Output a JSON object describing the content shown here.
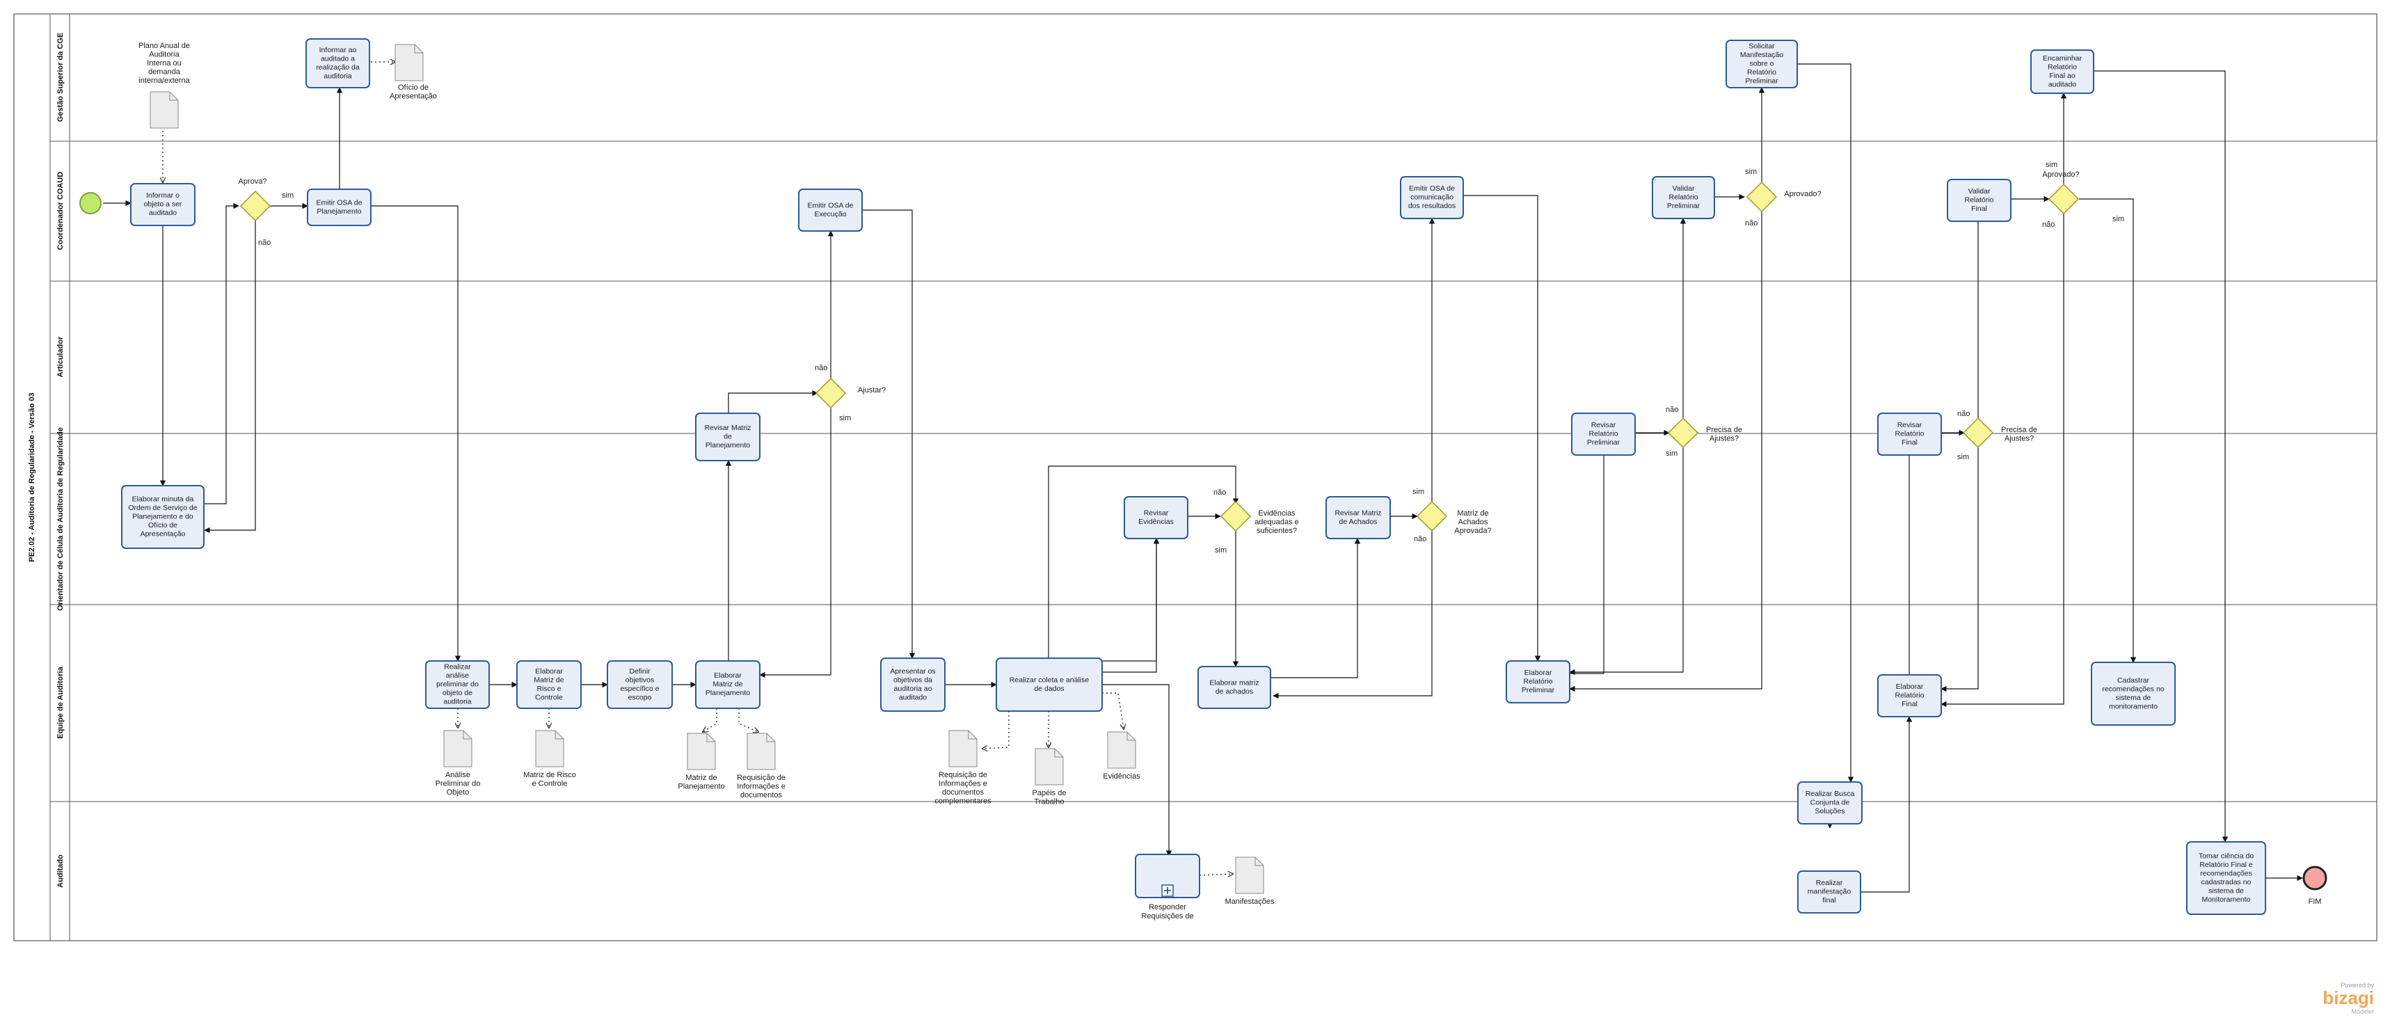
{
  "pool": {
    "title": "PE2.02 - Auditoria de Regularidade - Versão 03"
  },
  "lanes": [
    {
      "key": "gestao",
      "label": "Gestão Superior da CGE"
    },
    {
      "key": "coord",
      "label": "Coordenador COAUD"
    },
    {
      "key": "artic",
      "label": "Articulador"
    },
    {
      "key": "orient",
      "label": "Orientador de Célula de Auditoria de Regularidade"
    },
    {
      "key": "equipe",
      "label": "Equipe de Auditoria"
    },
    {
      "key": "auditado",
      "label": "Auditado"
    }
  ],
  "tasks": [
    {
      "id": "t_informar_obj",
      "text": "Informar o objeto a ser auditado"
    },
    {
      "id": "t_elab_minuta",
      "text": "Elaborar minuta da Ordem de Serviço de Planejamento e do Ofício de Apresentação"
    },
    {
      "id": "t_emitir_osa_plan",
      "text": "Emitir OSA de Planejamento"
    },
    {
      "id": "t_informar_aud",
      "text": "Informar ao auditado a realização da auditoria"
    },
    {
      "id": "t_analise_prel",
      "text": "Realizar análise preliminar do objeto de auditoria"
    },
    {
      "id": "t_matriz_risco",
      "text": "Elaborar Matriz de Risco e Controle"
    },
    {
      "id": "t_definir_obj",
      "text": "Definir objetivos específico e escopo"
    },
    {
      "id": "t_elab_matriz_plan",
      "text": "Elaborar Matriz de Planejamento"
    },
    {
      "id": "t_revisar_matriz_plan",
      "text": "Revisar Matriz de Planejamento"
    },
    {
      "id": "t_emitir_osa_exec",
      "text": "Emitir OSA de Execução"
    },
    {
      "id": "t_apresentar_obj",
      "text": "Apresentar os objetivos da auditoria ao auditado"
    },
    {
      "id": "t_coleta",
      "text": "Realizar coleta e análise de dados"
    },
    {
      "id": "t_revisar_evid",
      "text": "Revisar Evidências"
    },
    {
      "id": "t_elab_achados",
      "text": "Elaborar matriz de achados"
    },
    {
      "id": "t_revisar_achados",
      "text": "Revisar Matriz de Achados"
    },
    {
      "id": "t_emitir_osa_com",
      "text": "Emitir OSA de comunicação dos resultados"
    },
    {
      "id": "t_elab_rel_prel",
      "text": "Elaborar Relatório Preliminar"
    },
    {
      "id": "t_revisar_rel_prel",
      "text": "Revisar Relatório Preliminar"
    },
    {
      "id": "t_validar_rel_prel",
      "text": "Validar Relatório Preliminar"
    },
    {
      "id": "t_solicitar_manif",
      "text": "Solicitar Manifestação sobre o Relatório Preliminar"
    },
    {
      "id": "t_busca_conj",
      "text": "Realizar Busca Conjunta de Soluções"
    },
    {
      "id": "t_manif_final",
      "text": "Realizar manifestação final"
    },
    {
      "id": "t_elab_rel_final",
      "text": "Elaborar Relatório Final"
    },
    {
      "id": "t_revisar_rel_final",
      "text": "Revisar Relatório Final"
    },
    {
      "id": "t_validar_rel_final",
      "text": "Validar Relatório Final"
    },
    {
      "id": "t_encaminhar_final",
      "text": "Encaminhar Relatório Final ao auditado"
    },
    {
      "id": "t_cadastrar",
      "text": "Cadastrar recomendações no sistema de monitoramento"
    },
    {
      "id": "t_tomar_ciencia",
      "text": "Tomar ciência do Relatório Final e recomendações cadastradas no sistema de Monitoramento"
    },
    {
      "id": "t_responder",
      "text": "Responder Requisições de"
    }
  ],
  "documents": [
    {
      "id": "d_plano",
      "text": "Plano Anual de Auditoria Interna ou demanda interna/externa"
    },
    {
      "id": "d_oficio",
      "text": "Ofício de Apresentação"
    },
    {
      "id": "d_analise",
      "text": "Análise Preliminar do Objeto"
    },
    {
      "id": "d_matriz_risco",
      "text": "Matriz de Risco e Controle"
    },
    {
      "id": "d_matriz_plan",
      "text": "Matriz de Planejamento"
    },
    {
      "id": "d_req1",
      "text": "Requisição de Informações e documentos"
    },
    {
      "id": "d_req2",
      "text": "Requisição de Informações e documentos complementares"
    },
    {
      "id": "d_papel",
      "text": "Papéis de Trabalho"
    },
    {
      "id": "d_evid",
      "text": "Evidências"
    },
    {
      "id": "d_manif",
      "text": "Manifestações"
    }
  ],
  "gateways": [
    {
      "id": "g_aprova",
      "text": "Aprova?"
    },
    {
      "id": "g_ajustar",
      "text": "Ajustar?"
    },
    {
      "id": "g_evid",
      "text": "Evidências adequadas e suficientes?"
    },
    {
      "id": "g_achados",
      "text": "Matriz de Achados Aprovada?"
    },
    {
      "id": "g_ajustes_prel",
      "text": "Precisa de Ajustes?"
    },
    {
      "id": "g_aprovado_prel",
      "text": "Aprovado?"
    },
    {
      "id": "g_ajustes_final",
      "text": "Precisa de Ajustes?"
    },
    {
      "id": "g_aprovado_final",
      "text": "Aprovado?"
    }
  ],
  "end_event": {
    "text": "FIM"
  },
  "flow_labels": {
    "sim": "sim",
    "nao": "não"
  },
  "brand": {
    "small": "Powered by",
    "name": "bizagi",
    "sub": "Modeler"
  },
  "colors": {
    "task_fill": "#e8eef8",
    "task_border": "#2b5a9c",
    "gateway": "#fbf59a",
    "start": "#bde86a",
    "end": "#f7a3a3"
  }
}
